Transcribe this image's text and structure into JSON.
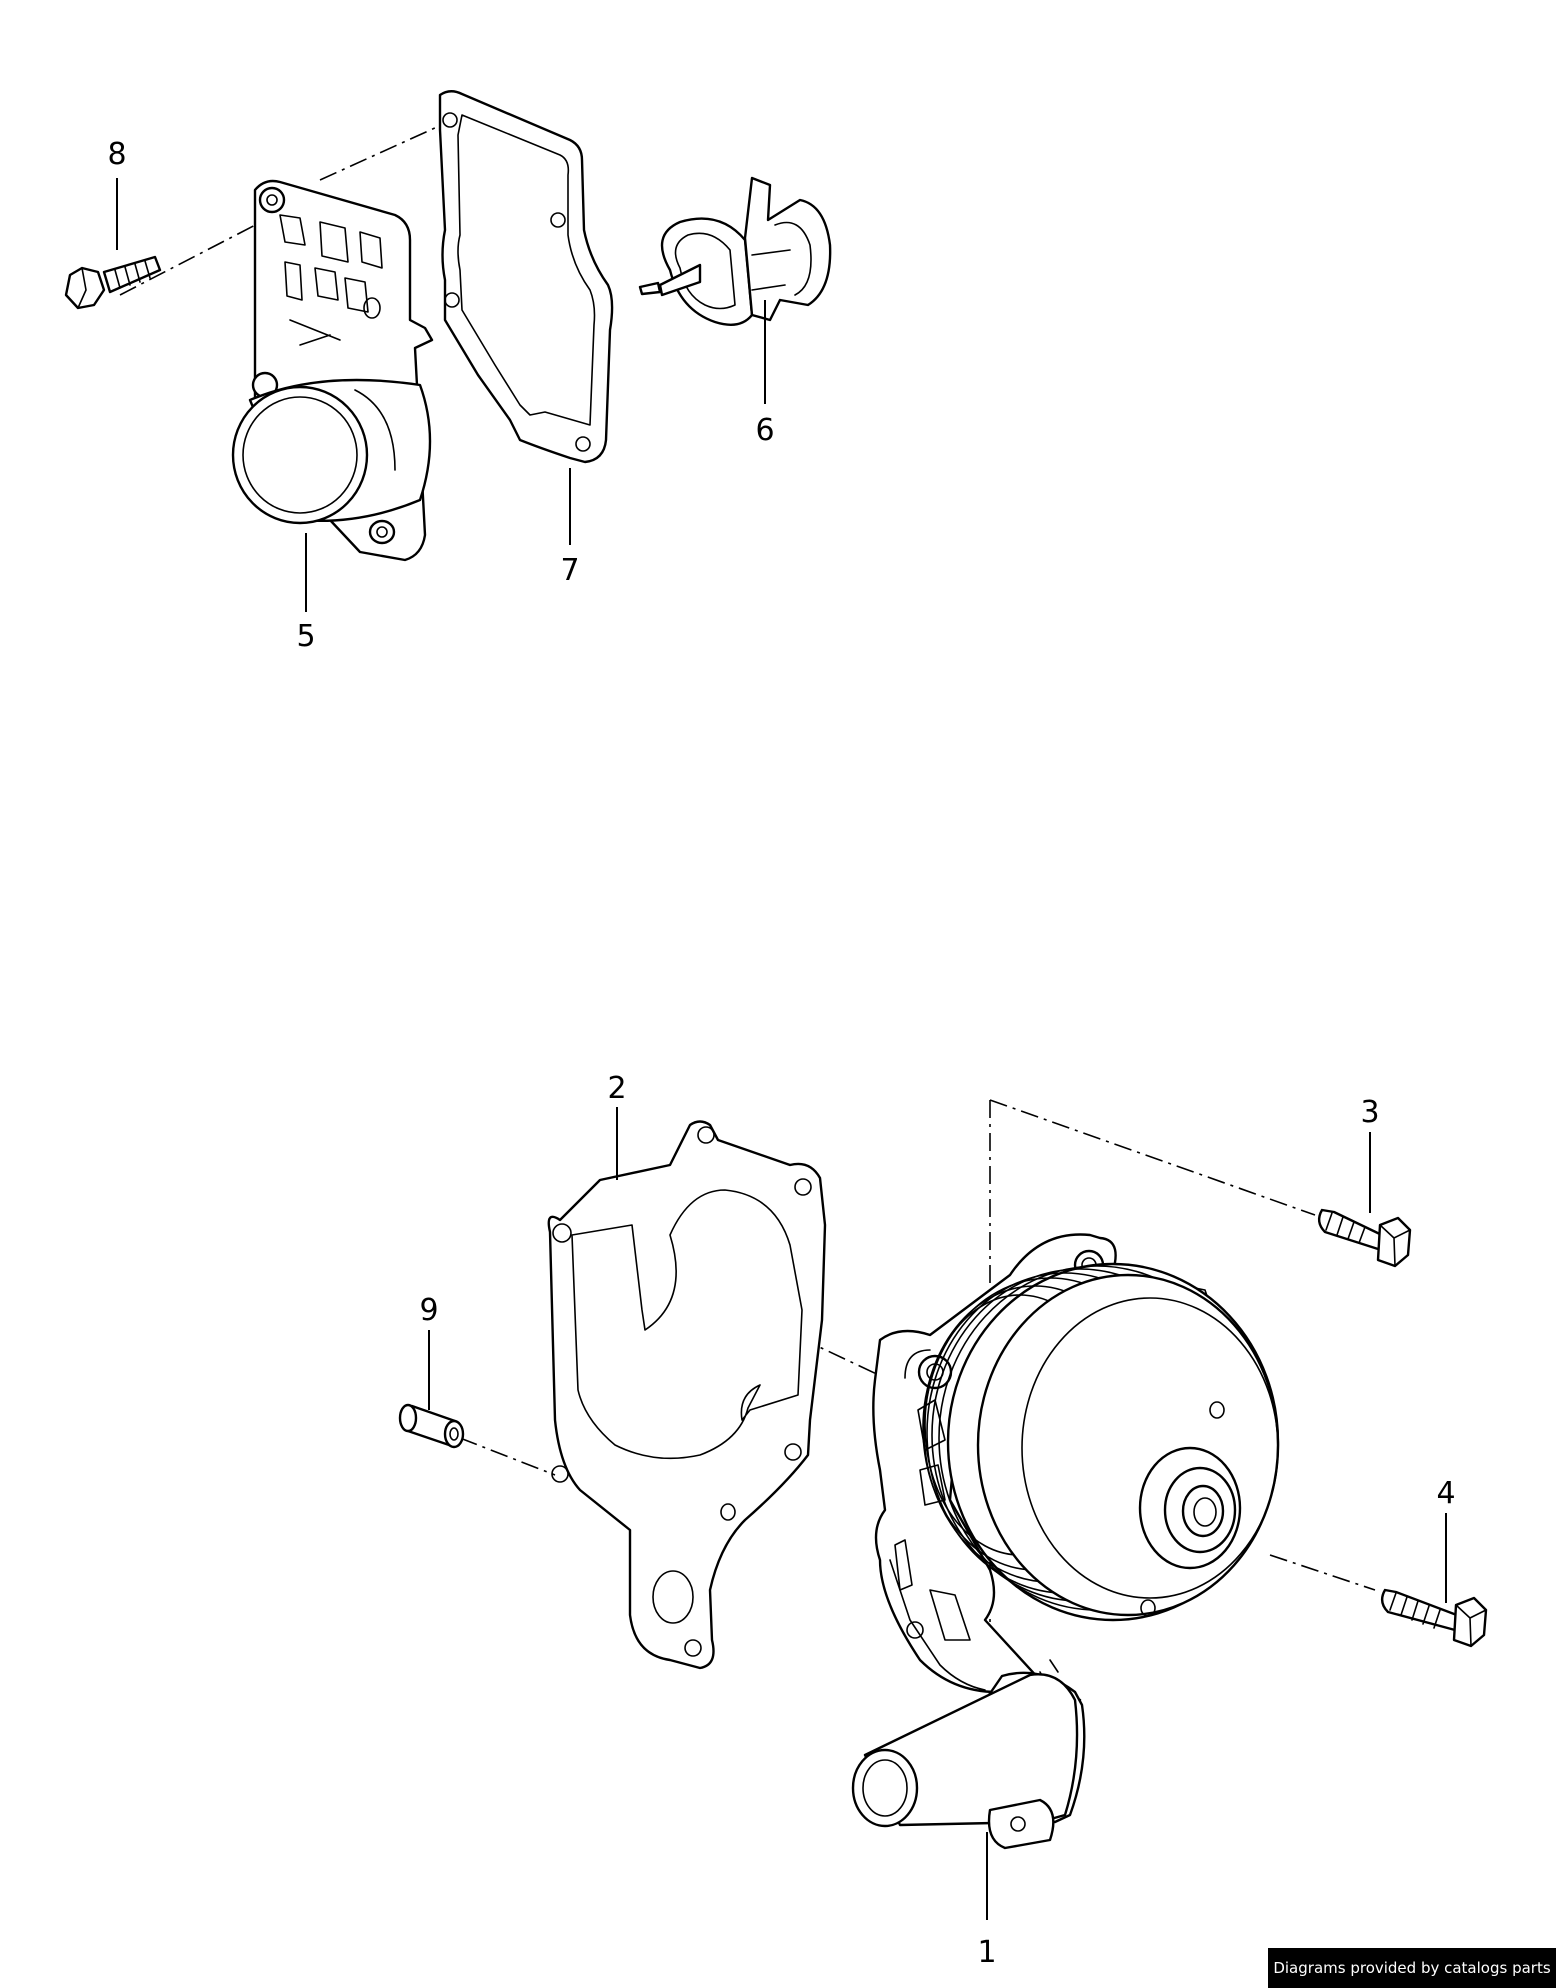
{
  "diagram": {
    "callouts": [
      {
        "id": "1",
        "label": "1"
      },
      {
        "id": "2",
        "label": "2"
      },
      {
        "id": "3",
        "label": "3"
      },
      {
        "id": "4",
        "label": "4"
      },
      {
        "id": "5",
        "label": "5"
      },
      {
        "id": "6",
        "label": "6"
      },
      {
        "id": "7",
        "label": "7"
      },
      {
        "id": "8",
        "label": "8"
      },
      {
        "id": "9",
        "label": "9"
      }
    ]
  },
  "credit": {
    "text": "Diagrams provided by catalogs parts"
  }
}
